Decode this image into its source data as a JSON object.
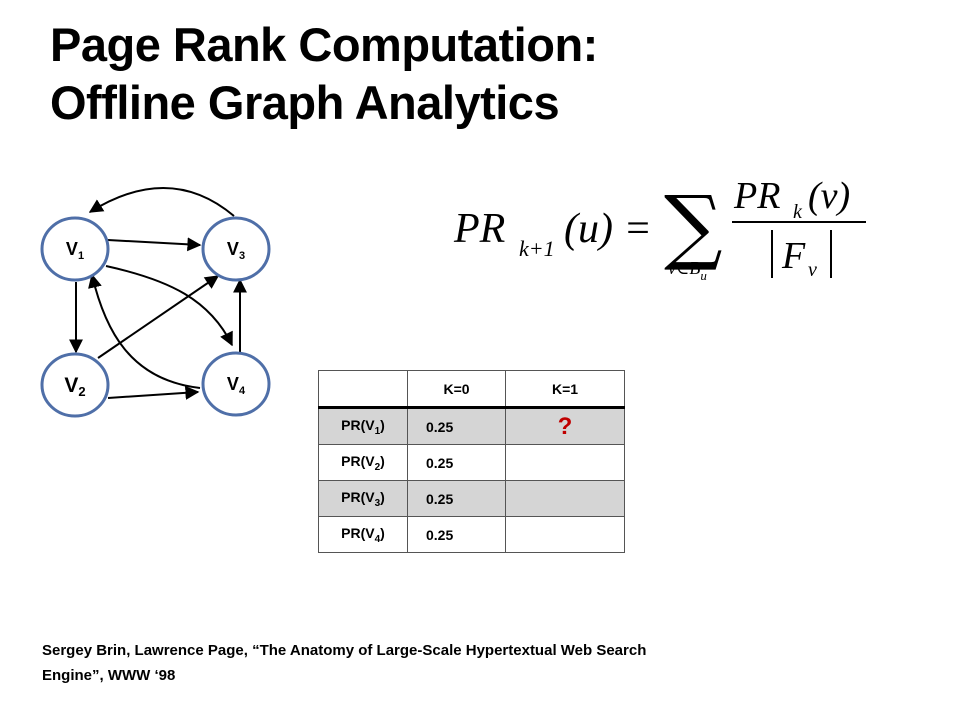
{
  "slide": {
    "title_line1": "Page Rank Computation:",
    "title_line2": "Offline Graph Analytics"
  },
  "graph": {
    "nodes": [
      {
        "id": "v1",
        "letter": "V",
        "sub": "1"
      },
      {
        "id": "v3",
        "letter": "V",
        "sub": "3"
      },
      {
        "id": "v2",
        "letter": "V",
        "sub": "2"
      },
      {
        "id": "v4",
        "letter": "V",
        "sub": "4"
      }
    ],
    "node_stroke": "#4f6fa8"
  },
  "formula": {
    "lhs": "PR",
    "lhs_sub": "k+1",
    "lhs_arg": "(u) =",
    "sum_sub_v": "v",
    "sum_sub_in": "∈",
    "sum_sub_B": "B",
    "sum_sub_u": "u",
    "num": "PR",
    "num_sub": "k",
    "num_arg": "(v)",
    "den": "F",
    "den_sub": "v"
  },
  "table": {
    "headers": [
      "",
      "K=0",
      "K=1"
    ],
    "rows": [
      {
        "label": "PR(V",
        "sub": "1",
        "close": ")",
        "k0": "0.25",
        "k1": "?"
      },
      {
        "label": "PR(V",
        "sub": "2",
        "close": ")",
        "k0": "0.25",
        "k1": ""
      },
      {
        "label": "PR(V",
        "sub": "3",
        "close": ")",
        "k0": "0.25",
        "k1": ""
      },
      {
        "label": "PR(V",
        "sub": "4",
        "close": ")",
        "k0": "0.25",
        "k1": ""
      }
    ],
    "highlight_color": "#c00000"
  },
  "citation": {
    "line1": "Sergey Brin, Lawrence Page, “The Anatomy of Large-Scale Hypertextual Web Search",
    "line2": "Engine”, WWW ‘98"
  }
}
